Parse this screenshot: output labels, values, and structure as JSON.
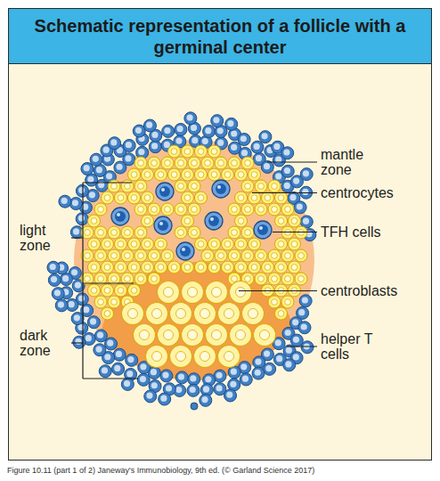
{
  "diagram": {
    "title": "Schematic representation of a follicle with a germinal center",
    "caption": "Figure 10.11 (part 1 of 2) Janeway's Immunobiology, 9th ed. (© Garland Science 2017)",
    "labels": [
      "mantle zone",
      "centrocytes",
      "light zone",
      "TFH cells",
      "centroblasts",
      "dark zone",
      "helper T cells"
    ]
  }
}
